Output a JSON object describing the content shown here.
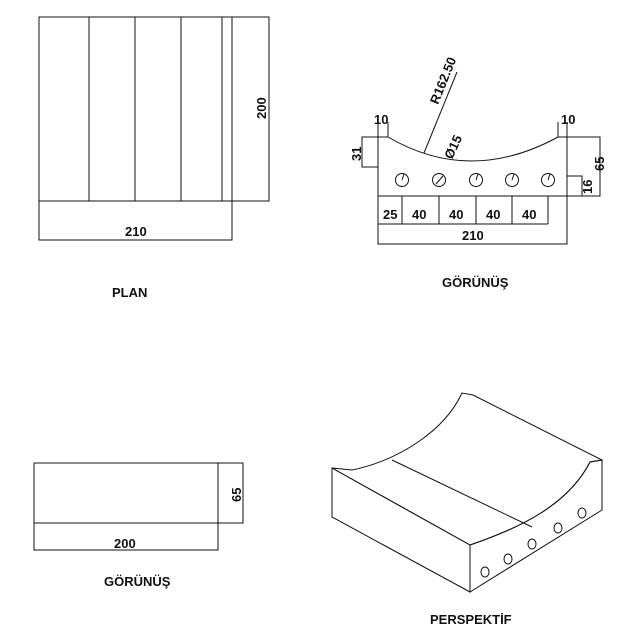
{
  "views": {
    "plan": {
      "title": "PLAN",
      "width_label": "210",
      "height_label": "200"
    },
    "front": {
      "title": "GÖRÜNÜŞ",
      "radius_label": "R162.50",
      "hole_label": "Ø15",
      "left_top_label": "10",
      "right_top_label": "10",
      "left_height_label": "31",
      "right_height_label": "65",
      "hole_height_label": "16",
      "hole_spacing": [
        "25",
        "40",
        "40",
        "40",
        "40"
      ],
      "total_width_label": "210"
    },
    "side": {
      "title": "GÖRÜNÜŞ",
      "width_label": "200",
      "height_label": "65"
    },
    "perspective": {
      "title": "PERSPEKTİF"
    }
  },
  "colors": {
    "line": "#111111",
    "surface_light": "#f2f2f2",
    "surface_mid": "#dcdcdc",
    "surface_dark": "#444444"
  }
}
